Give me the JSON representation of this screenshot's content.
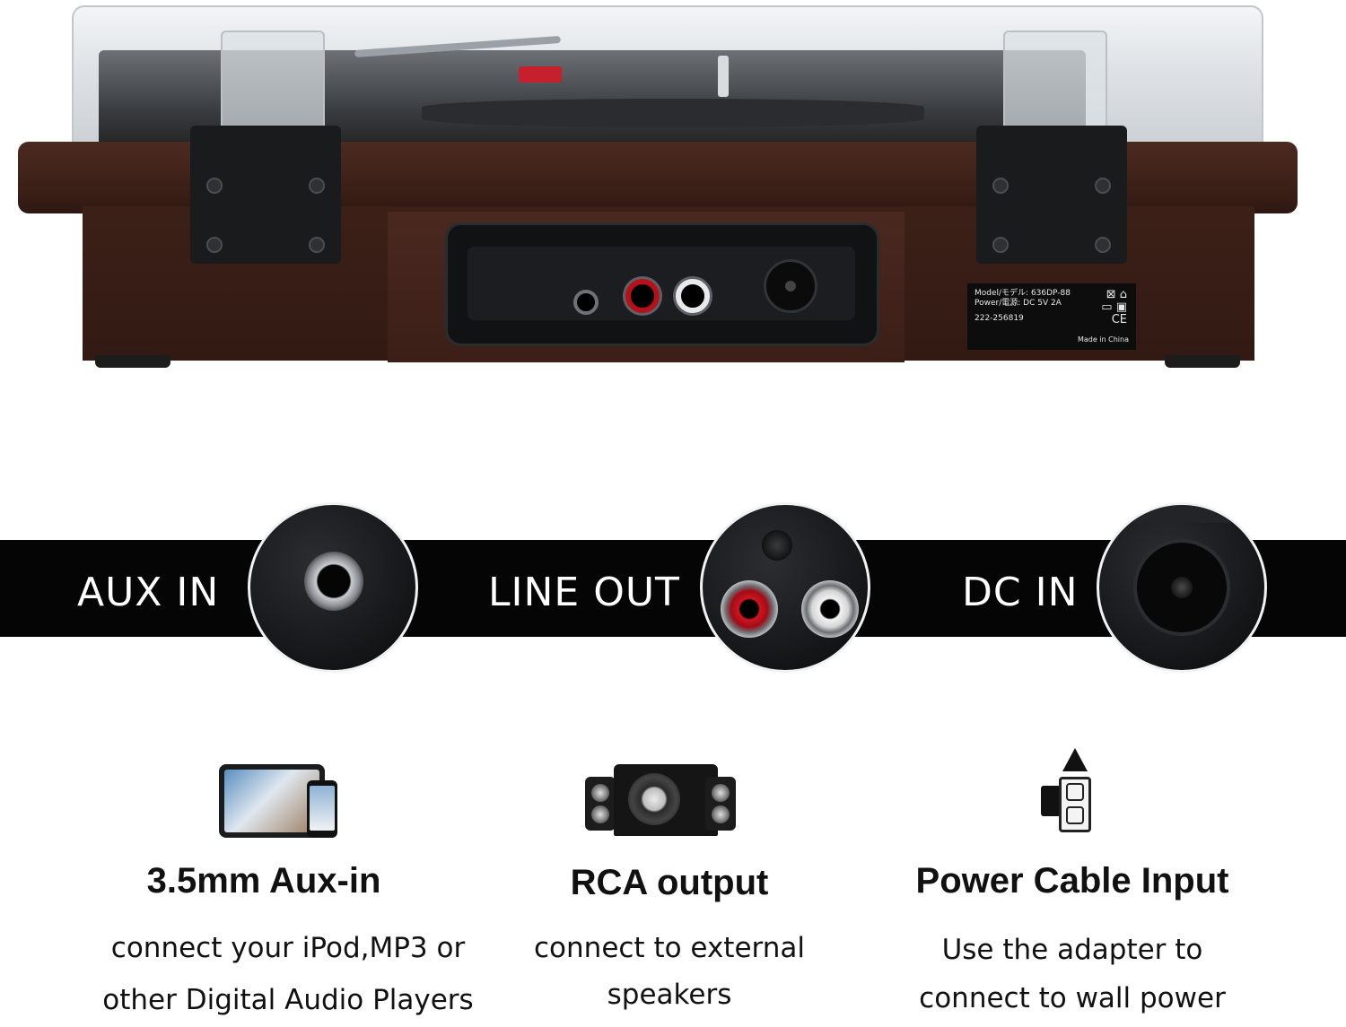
{
  "product_label": {
    "model_line": "Model/モデル:  636DP-88",
    "power_line": "Power/電源:  DC 5V 2A",
    "reg_line": "222-256819",
    "origin": "Made in China"
  },
  "ports": [
    {
      "label": "AUX IN"
    },
    {
      "label": "LINE OUT"
    },
    {
      "label": "DC IN"
    }
  ],
  "features": [
    {
      "title": "3.5mm Aux-in",
      "desc1": "connect your iPod,MP3 or",
      "desc2": "other Digital Audio Players",
      "icon": "tablet-phone-icon"
    },
    {
      "title": "RCA output",
      "desc1": "connect to external",
      "desc2": "speakers",
      "icon": "speaker-system-icon"
    },
    {
      "title": "Power Cable Input",
      "desc1": "Use the adapter to",
      "desc2": "connect to wall power",
      "icon": "power-outlet-icon"
    }
  ],
  "colors": {
    "band": "#050505",
    "wood": "#3c2018",
    "rca_red": "#c5202b",
    "rca_white": "#f2f2f2"
  }
}
